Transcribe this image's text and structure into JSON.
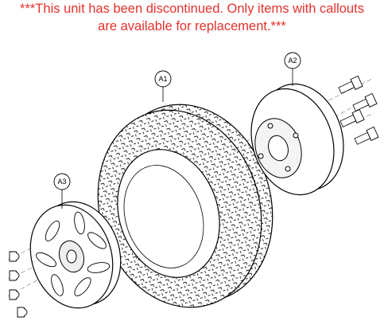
{
  "notice": {
    "line1": "***This unit has been discontinued. Only items with callouts",
    "line2": "are available for replacement.***",
    "color": "#e5322d"
  },
  "callouts": {
    "tire": "A1",
    "rear_hub": "A2",
    "front_hub": "A3"
  }
}
